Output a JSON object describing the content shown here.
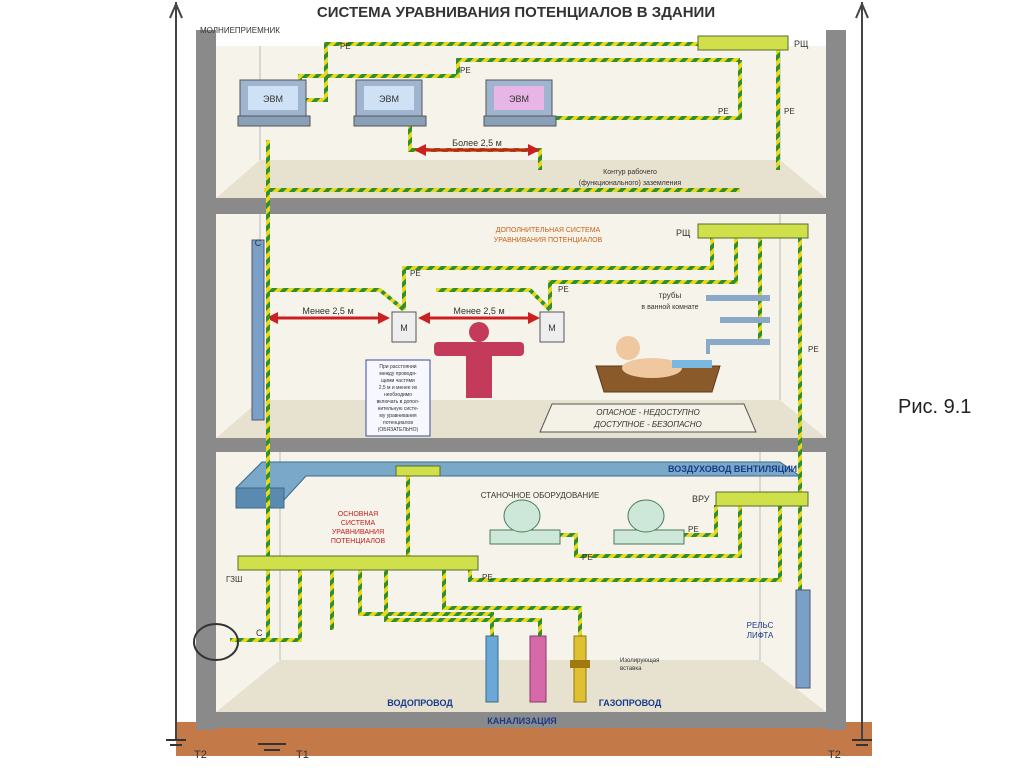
{
  "figure": {
    "title": "СИСТЕМА УРАВНИВАНИЯ ПОТЕНЦИАЛОВ В ЗДАНИИ",
    "caption": "Рис. 9.1"
  },
  "labels": {
    "lightning_rod": "МОЛНИЕПРИЕМНИК",
    "pe": "PE",
    "rsch": "РЩ",
    "computer": "ЭВМ",
    "more_than": "Более 2,5 м",
    "less_than": "Менее 2,5 м",
    "contour_line1": "Контур рабочего",
    "contour_line2": "(функционального) заземления",
    "additional_line1": "ДОПОЛНИТЕЛЬНАЯ СИСТЕМА",
    "additional_line2": "УРАВНИВАНИЯ ПОТЕНЦИАЛОВ",
    "conductor_c": "С",
    "device_m": "М",
    "pipes_line1": "трубы",
    "pipes_line2": "в ванной комнате",
    "note_lines": [
      "При расстоянии",
      "между проводя-",
      "щими частями",
      "2,5 м и менее их",
      "необходимо",
      "включать в допол-",
      "нительную систе-",
      "му уравнивания",
      "потенциалов",
      "(ОБЯЗАТЕЛЬНО)"
    ],
    "sign_line1": "ОПАСНОЕ - НЕДОСТУПНО",
    "sign_line2": "ДОСТУПНОЕ - БЕЗОПАСНО",
    "duct": "ВОЗДУХОВОД ВЕНТИЛЯЦИИ",
    "machine_equipment": "СТАНОЧНОЕ ОБОРУДОВАНИЕ",
    "vru": "ВРУ",
    "main_line1": "ОСНОВНАЯ",
    "main_line2": "СИСТЕМА",
    "main_line3": "УРАВНИВАНИЯ",
    "main_line4": "ПОТЕНЦИАЛОВ",
    "gzsh": "ГЗШ",
    "elevator_line1": "РЕЛЬС",
    "elevator_line2": "ЛИФТА",
    "insulating_line1": "Изолирующая",
    "insulating_line2": "вставка",
    "water": "ВОДОПРОВОД",
    "gas": "ГАЗОПРОВОД",
    "sewer": "КАНАЛИЗАЦИЯ",
    "t2_left": "Т2",
    "t1": "Т1",
    "t2_right": "Т2"
  },
  "colors": {
    "wire": "#2f8f2f",
    "wire_stripe": "#e8d820",
    "wall": "#8a8a8a",
    "floor_fill": "#f3f0e4",
    "bar": "#cfe04a",
    "red": "#cc2020",
    "pipe_blue": "#6aa8d8",
    "pipe_pink": "#d66aa8",
    "pipe_yellow": "#e0c030",
    "ground": "#b86a3a",
    "person": "#c43a5a"
  }
}
